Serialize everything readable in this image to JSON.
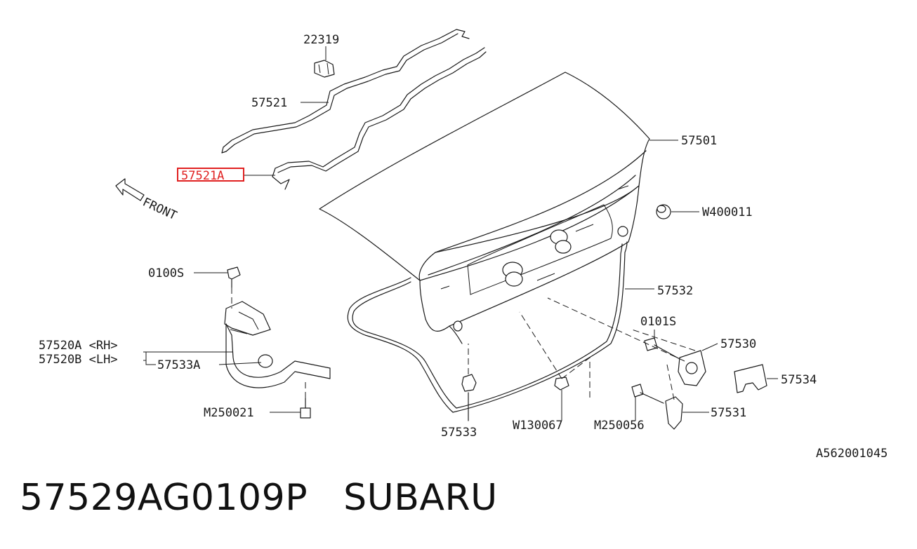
{
  "diagram": {
    "callouts": {
      "p22319": "22319",
      "p57521": "57521",
      "p57521A": "57521A",
      "p57501": "57501",
      "pW400011": "W400011",
      "p0100S": "0100S",
      "p57532": "57532",
      "p0101S": "0101S",
      "p57530": "57530",
      "p57520A": "57520A <RH>",
      "p57520B": "57520B <LH>",
      "p57533A": "57533A",
      "p57534": "57534",
      "pM250021": "M250021",
      "p57533": "57533",
      "pW130067": "W130067",
      "pM250056": "M250056",
      "p57531": "57531"
    },
    "direction_label": "FRONT",
    "figure_code": "A562001045",
    "highlighted_part": "57521A",
    "highlight_color": "#e02020"
  },
  "footer": {
    "part_number": "57529AG0109P",
    "brand": "SUBARU"
  }
}
